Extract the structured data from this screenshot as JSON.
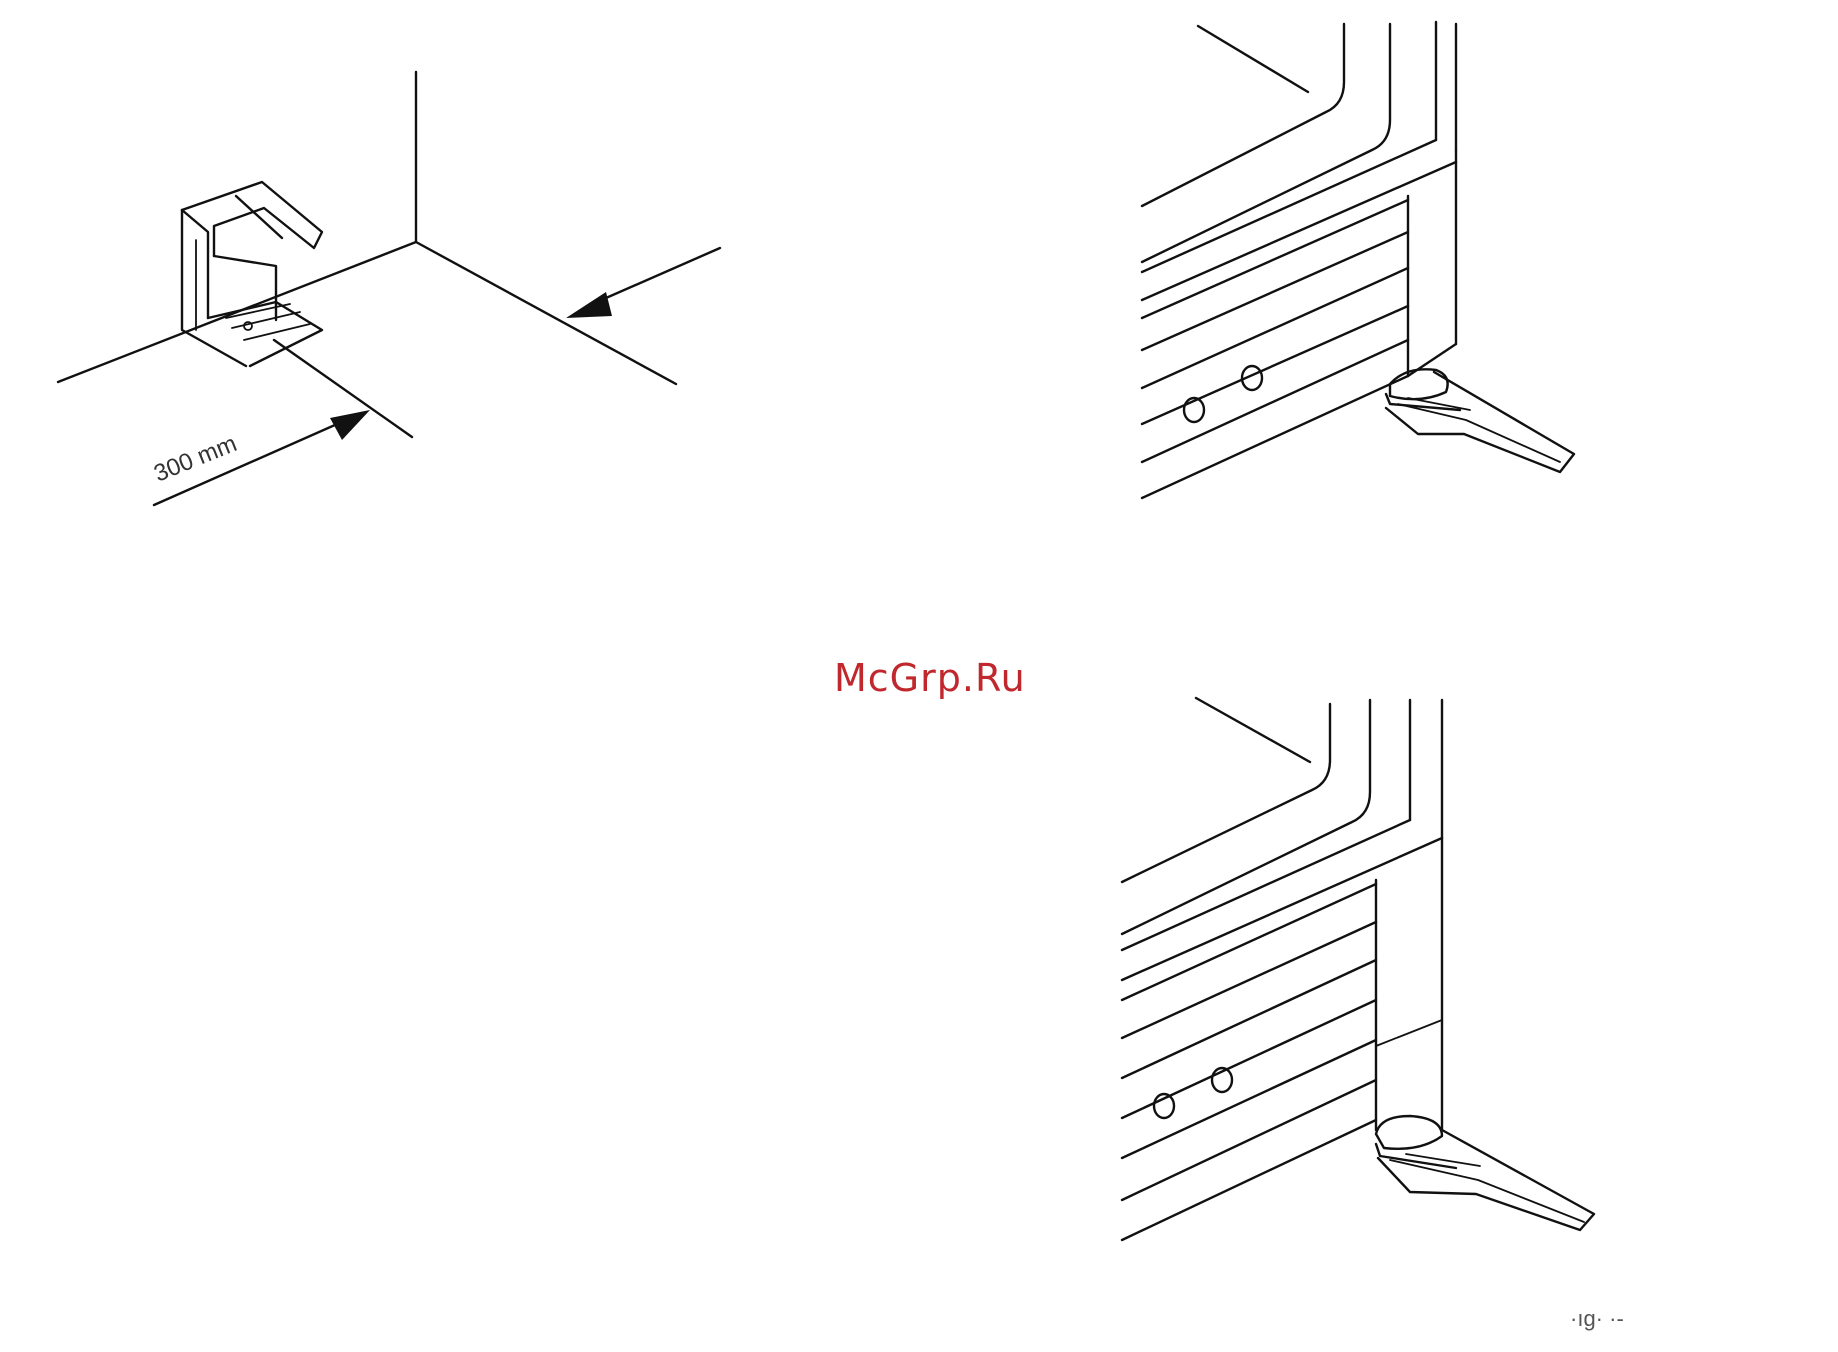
{
  "figures": {
    "top_left": {
      "dimension_label": "300 mm"
    }
  },
  "watermark": "McGrp.Ru",
  "caption": "·ıg· ·-"
}
